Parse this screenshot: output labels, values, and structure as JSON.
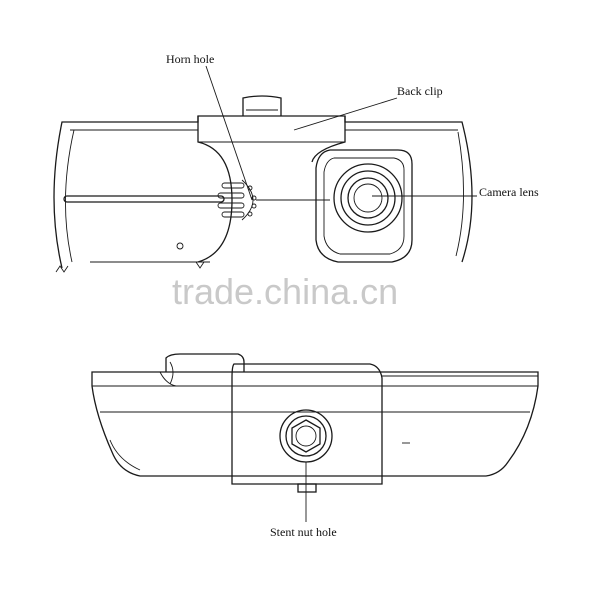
{
  "labels": {
    "horn_hole": "Horn hole",
    "back_clip": "Back clip",
    "camera_lens": "Camera lens",
    "stent_nut_hole": "Stent nut hole"
  },
  "watermark": "trade.china.cn"
}
